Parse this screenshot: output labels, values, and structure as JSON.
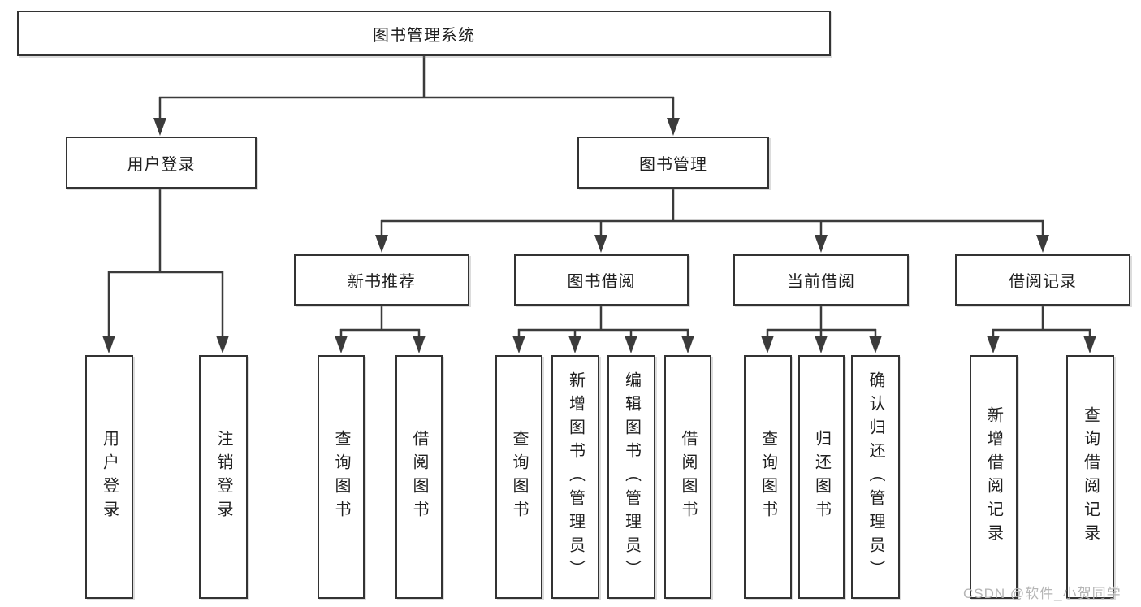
{
  "diagram_type": "hierarchy-tree",
  "tree": {
    "label": "图书管理系统",
    "children": [
      {
        "label": "用户登录",
        "children": [
          {
            "label": "用户登录"
          },
          {
            "label": "注销登录"
          }
        ]
      },
      {
        "label": "图书管理",
        "children": [
          {
            "label": "新书推荐",
            "children": [
              {
                "label": "查询图书"
              },
              {
                "label": "借阅图书"
              }
            ]
          },
          {
            "label": "图书借阅",
            "children": [
              {
                "label": "查询图书"
              },
              {
                "label": "新增图书（管理员）"
              },
              {
                "label": "编辑图书（管理员）"
              },
              {
                "label": "借阅图书"
              }
            ]
          },
          {
            "label": "当前借阅",
            "children": [
              {
                "label": "查询图书"
              },
              {
                "label": "归还图书"
              },
              {
                "label": "确认归还（管理员）"
              }
            ]
          },
          {
            "label": "借阅记录",
            "children": [
              {
                "label": "新增借阅记录"
              },
              {
                "label": "查询借阅记录"
              }
            ]
          }
        ]
      }
    ]
  },
  "watermark": "CSDN @软件_小贺同学",
  "colors": {
    "line": "#3b3b3b",
    "box_border": "#333333",
    "text": "#1f1f1f",
    "watermark": "#b5b5b5",
    "background": "#ffffff"
  }
}
